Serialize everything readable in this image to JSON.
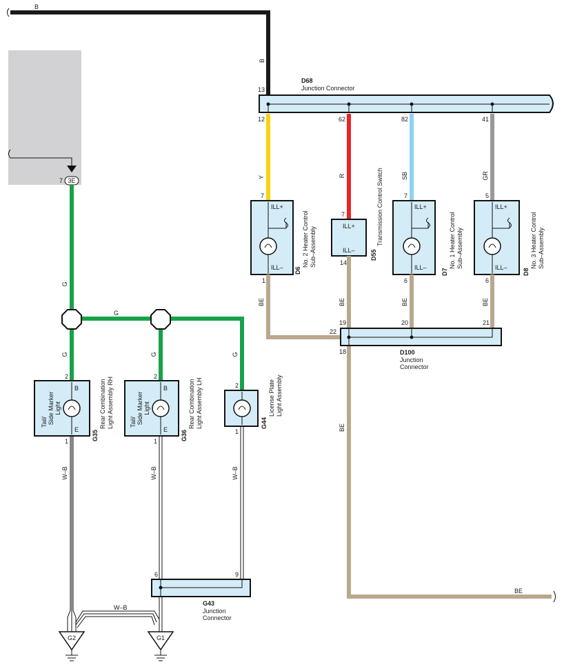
{
  "wire_labels": {
    "top_b": "B",
    "vert_b": "B",
    "y": "Y",
    "r": "R",
    "sb": "SB",
    "gr": "GR",
    "g_main": "G",
    "g_horiz": "G",
    "g_left": "G",
    "g_mid": "G",
    "g_right": "G",
    "be_d6": "BE",
    "be_d55": "BE",
    "be_d7": "BE",
    "be_d8": "BE",
    "be_down": "BE",
    "be_right": "BE",
    "wb_left": "W–B",
    "wb_mid": "W–B",
    "wb_right": "W–B",
    "wb_horiz": "W–B"
  },
  "pins": {
    "d68_13": "13",
    "d68_12": "12",
    "d68_62": "62",
    "d68_82": "82",
    "d68_41": "41",
    "d6_7": "7",
    "d6_1": "1",
    "d55_7": "7",
    "d55_14": "14",
    "d7_7": "7",
    "d7_6": "6",
    "d8_5": "5",
    "d8_6": "6",
    "d100_19": "19",
    "d100_20": "20",
    "d100_21": "21",
    "d100_22": "22",
    "d100_18": "18",
    "g35_2": "2",
    "g35_1": "1",
    "g36_2": "2",
    "g36_1": "1",
    "g44_2": "2",
    "g44_1": "1",
    "g43_6": "6",
    "g43_9": "9",
    "conn_7": "7"
  },
  "connector_3e": "3E",
  "components": {
    "d68": {
      "code": "D68",
      "name": "Junction Connector"
    },
    "d100": {
      "code": "D100",
      "name_line1": "Junction",
      "name_line2": "Connector"
    },
    "g43": {
      "code": "G43",
      "name_line1": "Junction",
      "name_line2": "Connector"
    },
    "d6": {
      "code": "D6",
      "name_line1": "No. 2 Heater Control",
      "name_line2": "Sub–Assembly",
      "pin_top": "ILL+",
      "pin_bottom": "ILL–"
    },
    "d55": {
      "code": "D55",
      "name": "Transmission Control Switch",
      "pin_top": "ILL+",
      "pin_bottom": "ILL–"
    },
    "d7": {
      "code": "D7",
      "name_line1": "No. 1 Heater Control",
      "name_line2": "Sub–Assembly",
      "pin_top": "ILL+",
      "pin_bottom": "ILL–"
    },
    "d8": {
      "code": "D8",
      "name_line1": "No. 3 Heater Control",
      "name_line2": "Sub–Assembly",
      "pin_top": "ILL+",
      "pin_bottom": "ILL–"
    },
    "g35": {
      "code": "G35",
      "name_line1": "Rear Combination",
      "name_line2": "Light Assembly RH",
      "inner_1": "Tail/",
      "inner_2": "Side Marker",
      "inner_3": "Light",
      "pin_top": "B",
      "pin_bottom": "E"
    },
    "g36": {
      "code": "G36",
      "name_line1": "Rear Combination",
      "name_line2": "Light Assembly LH",
      "inner_1": "Tail/",
      "inner_2": "Side Marker",
      "inner_3": "Light",
      "pin_top": "B",
      "pin_bottom": "E"
    },
    "g44": {
      "code": "G44",
      "name_line1": "License Plate",
      "name_line2": "Light Assembly"
    }
  },
  "grounds": {
    "g2": "G2",
    "g1": "G1"
  },
  "colors": {
    "black": "#1a1a1a",
    "yellow": "#f5d50f",
    "red": "#e8252a",
    "sky_blue": "#8ed3f0",
    "gray": "#999999",
    "green": "#16a24a",
    "beige": "#b9a88e",
    "panel": "#d2d2d4",
    "connector_fill": "#d4ecf7"
  }
}
